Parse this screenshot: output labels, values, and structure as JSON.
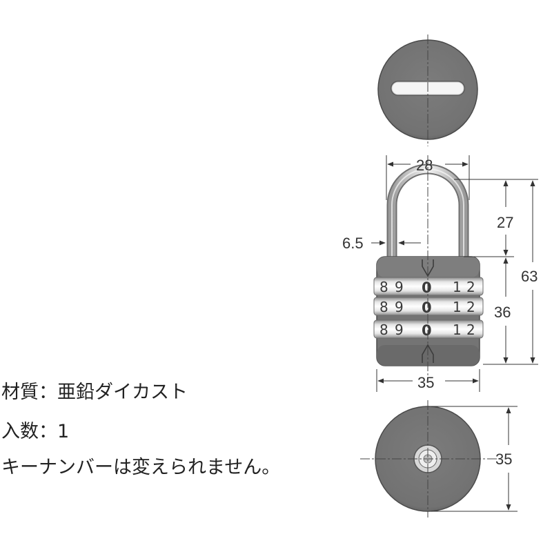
{
  "drawing": {
    "top_view": {
      "slot_icon": "keyhole-slot"
    },
    "front_view": {
      "width_label": "28",
      "shackle_height_label": "27",
      "total_height_label": "63",
      "body_height_label": "36",
      "body_width_label": "35",
      "shackle_diameter_label": "6.5",
      "dial_rows": [
        [
          "8",
          "9",
          "0",
          "1",
          "2"
        ],
        [
          "8",
          "9",
          "0",
          "1",
          "2"
        ],
        [
          "8",
          "9",
          "0",
          "1",
          "2"
        ]
      ]
    },
    "bottom_view": {
      "diameter_label": "35"
    },
    "colors": {
      "body": "#747474",
      "body_dark": "#555555",
      "shackle": "#cfcfcf",
      "dim_line": "#333333"
    }
  },
  "specs": {
    "material": "材質：亜鉛ダイカスト",
    "quantity": "入数：1",
    "note": "キーナンバーは変えられません。"
  }
}
